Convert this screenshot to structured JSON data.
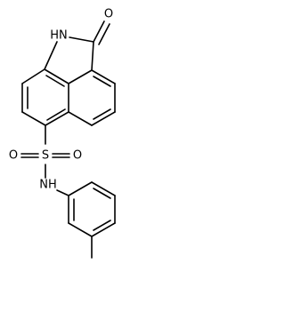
{
  "molecule": {
    "atom_labels": {
      "nh_ring": "HN",
      "o_carbonyl": "O",
      "s": "S",
      "o_sulfonyl_left": "O",
      "o_sulfonyl_right": "O",
      "nh_sulfonamide": "NH"
    },
    "colors": {
      "bond": "#000000",
      "text": "#000000",
      "background": "#ffffff"
    }
  }
}
